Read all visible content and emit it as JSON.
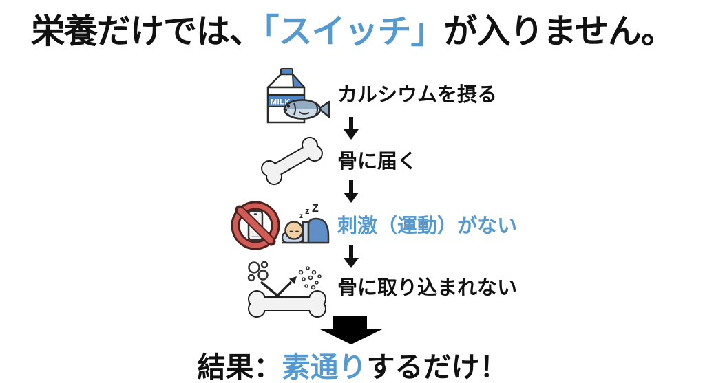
{
  "page": {
    "background": "#ffffff",
    "accent_blue": "#5499d0",
    "text_black": "#111111",
    "prohibition_red": "#d05c55"
  },
  "title": {
    "pre": "栄養だけでは、",
    "highlight": "「スイッチ」",
    "post": "が入りません。"
  },
  "flow": {
    "steps": [
      {
        "label": "カルシウムを摂る",
        "emphasis": "black",
        "icons": [
          "milk-carton-icon",
          "fish-icon"
        ]
      },
      {
        "label": "骨に届く",
        "emphasis": "black",
        "icons": [
          "bone-icon"
        ]
      },
      {
        "label": "刺激（運動）がない",
        "emphasis": "blue",
        "icons": [
          "no-phone-icon",
          "sleeping-person-icon"
        ]
      },
      {
        "label": "骨に取り込まれない",
        "emphasis": "black",
        "icons": [
          "bone-leak-icon"
        ]
      }
    ],
    "milk_carton_label": "MILK",
    "zzz": [
      "z",
      "z",
      "Z"
    ]
  },
  "result": {
    "pre": "結果：",
    "highlight": "素通り",
    "post": "するだけ！"
  }
}
